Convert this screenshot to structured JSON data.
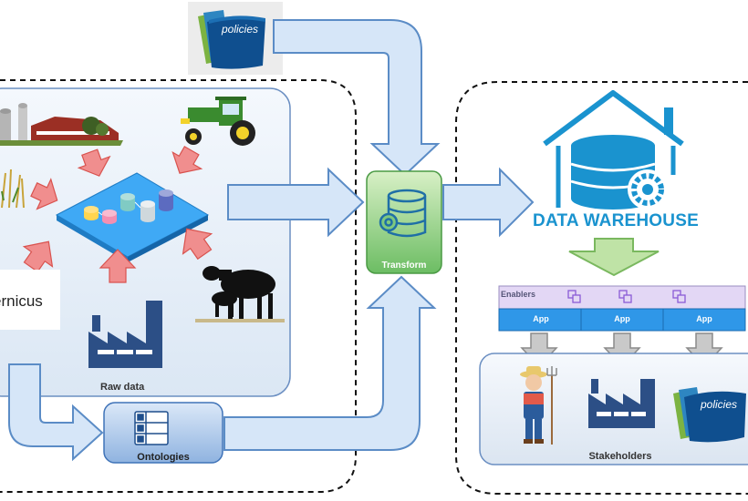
{
  "labels": {
    "raw_data": "Raw data",
    "ontologies": "Ontologies",
    "transform": "Transform",
    "data_warehouse": "DATA WAREHOUSE",
    "enablers": "Enablers",
    "app_1": "App",
    "app_2": "App",
    "app_3": "App",
    "stakeholders": "Stakeholders",
    "copernicus": "ernicus",
    "policies_top": "policies",
    "policies_bottom": "policies"
  },
  "colors": {
    "flow_arrow_fill": "#d6e6f8",
    "flow_arrow_stroke": "#5b8cc6",
    "input_arrow_fill": "#f08e8e",
    "output_arrow_fill": "#bfe3a6",
    "transform_fill": "#7fc97f",
    "warehouse_blue": "#1a93cf",
    "app_bar": "#2f97e8",
    "enablers_bar": "#e3d7f5"
  }
}
